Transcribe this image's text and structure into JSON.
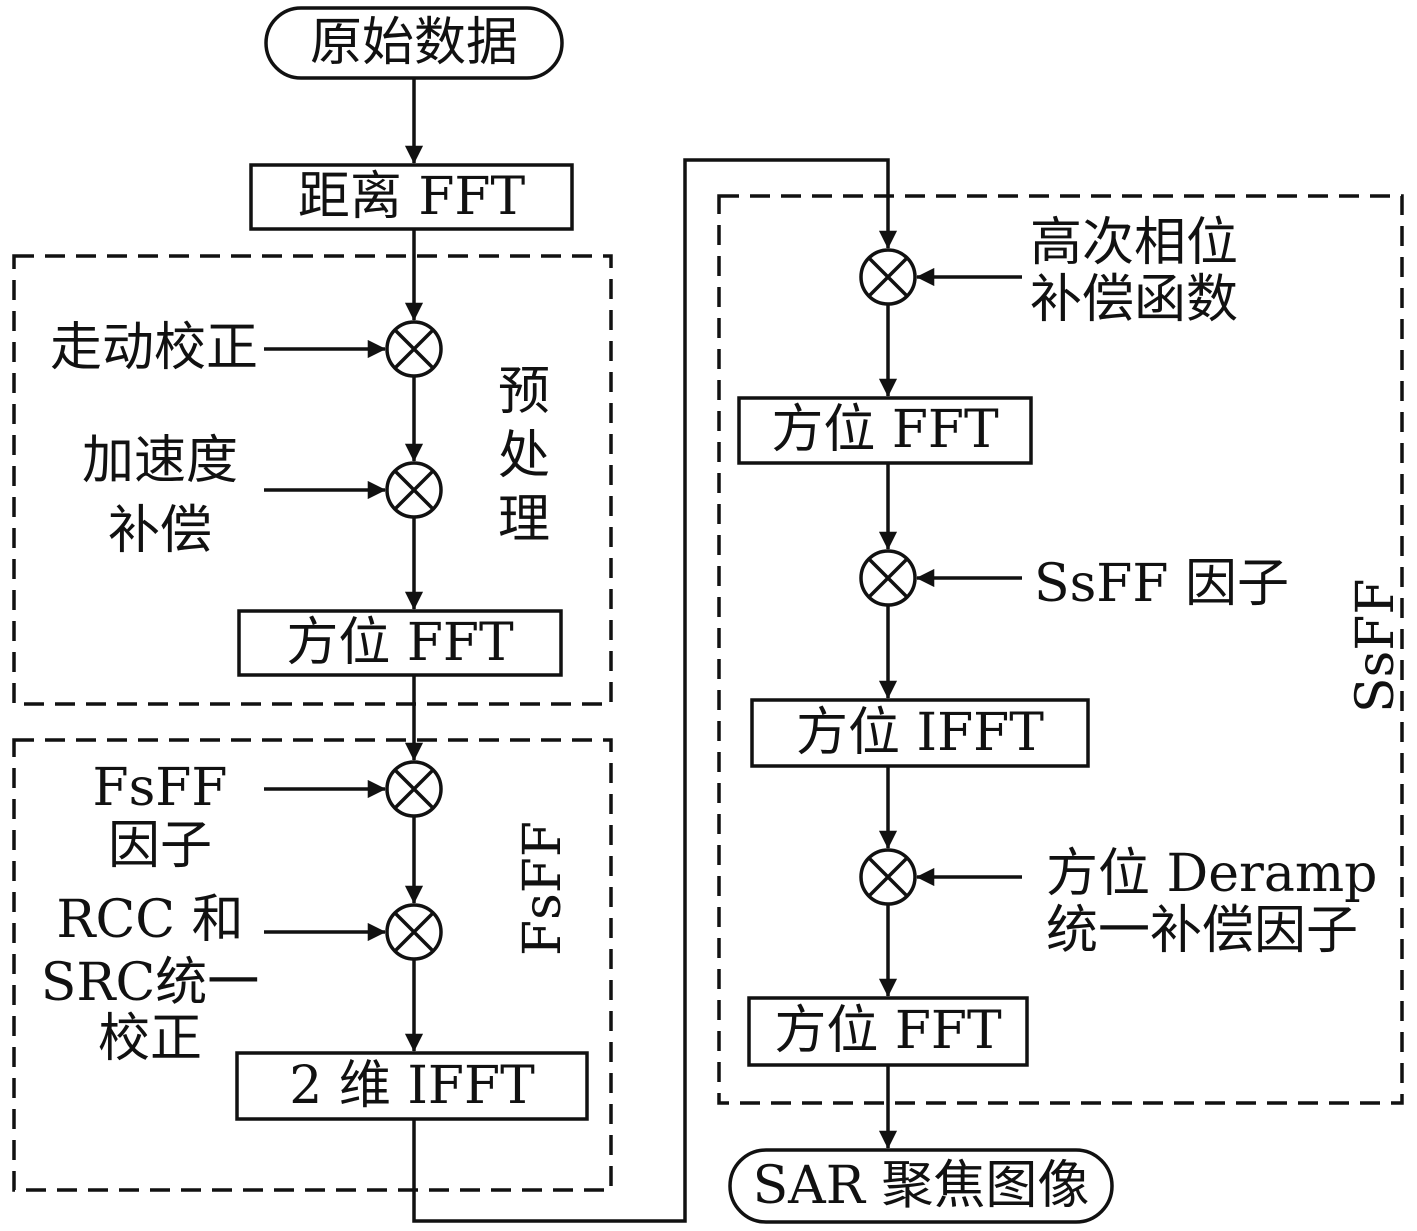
{
  "start": "原始数据",
  "end": "SAR 聚焦图像",
  "range_fft": "距离 FFT",
  "preprocess": {
    "title": "预处理",
    "walk_correction": "走动校正",
    "accel_comp_line1": "加速度",
    "accel_comp_line2": "补偿",
    "azimuth_fft": "方位 FFT"
  },
  "fsff": {
    "title": "FsFF",
    "factor_line1": "FsFF",
    "factor_line2": "因子",
    "rcc_line1": "RCC 和",
    "rcc_line2": "SRC统一",
    "rcc_line3": "校正",
    "ifft2d": "2 维 IFFT"
  },
  "ssff": {
    "title": "SsFF",
    "high_order_line1": "高次相位",
    "high_order_line2": "补偿函数",
    "azimuth_fft_1": "方位 FFT",
    "factor": "SsFF 因子",
    "azimuth_ifft": "方位 IFFT",
    "deramp_line1": "方位 Deramp",
    "deramp_line2": "统一补偿因子",
    "azimuth_fft_2": "方位 FFT"
  },
  "colors": {
    "stroke": "#111111",
    "background": "#ffffff"
  }
}
